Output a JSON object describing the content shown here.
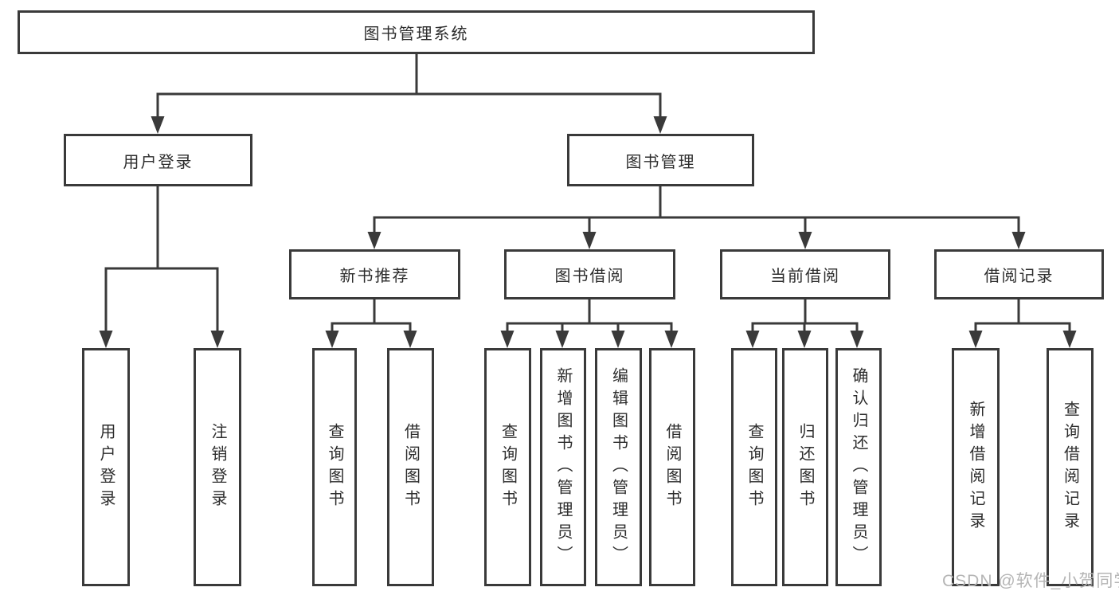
{
  "colors": {
    "line": "#3a3a3a",
    "box_border": "#3a3a3a",
    "text": "#2d2d2d",
    "watermark": "#b5b5b5",
    "background": "#ffffff"
  },
  "watermark": "CSDN @软件_小贺同学",
  "diagram": {
    "type": "hierarchy",
    "root": "图书管理系统",
    "branches": [
      {
        "label": "用户登录",
        "children": [
          "用户登录",
          "注销登录"
        ]
      },
      {
        "label": "图书管理",
        "children": [
          {
            "label": "新书推荐",
            "children": [
              "查询图书",
              "借阅图书"
            ]
          },
          {
            "label": "图书借阅",
            "children": [
              "查询图书",
              "新增图书（管理员）",
              "编辑图书（管理员）",
              "借阅图书"
            ]
          },
          {
            "label": "当前借阅",
            "children": [
              "查询图书",
              "归还图书",
              "确认归还（管理员）"
            ]
          },
          {
            "label": "借阅记录",
            "children": [
              "新增借阅记录",
              "查询借阅记录"
            ]
          }
        ]
      }
    ]
  }
}
